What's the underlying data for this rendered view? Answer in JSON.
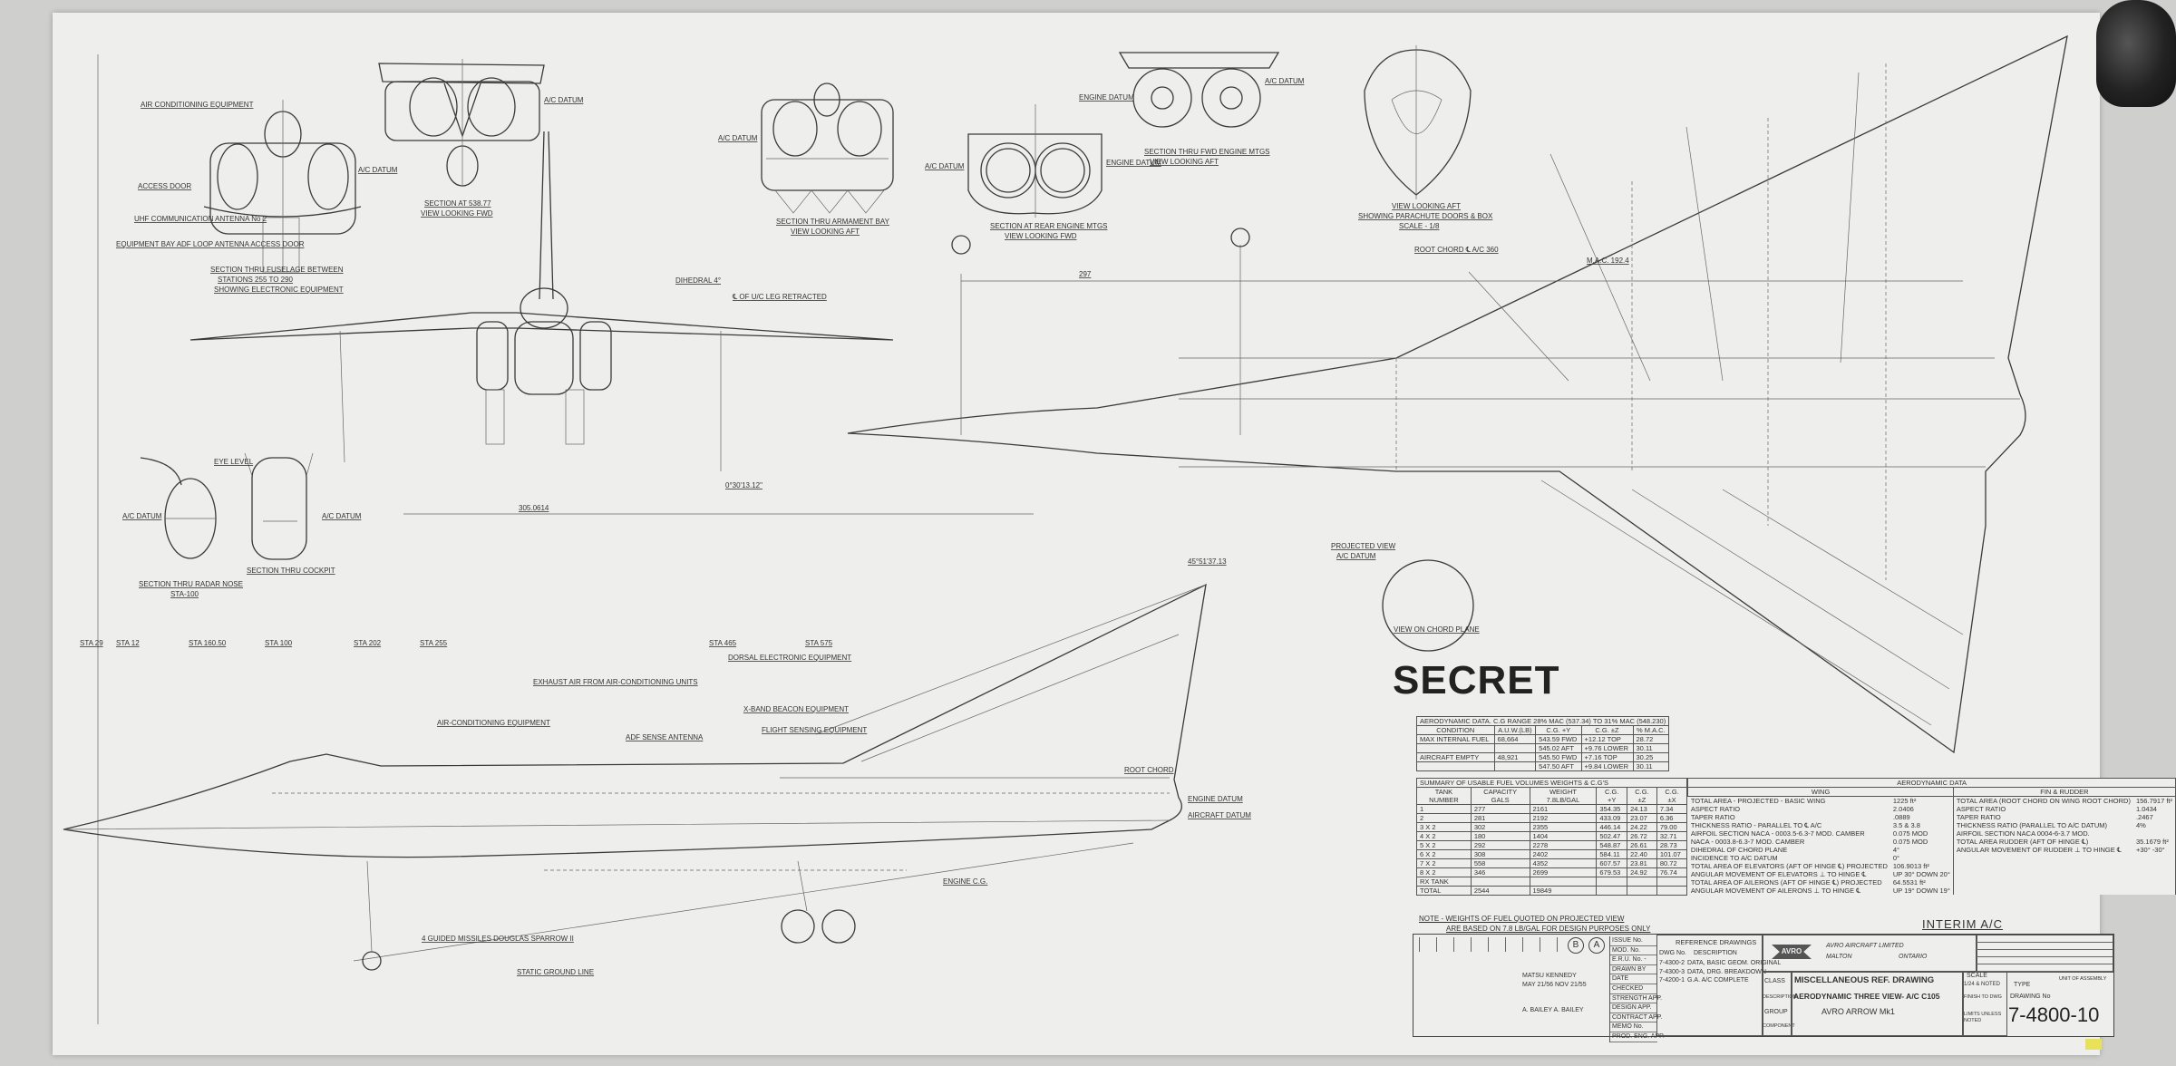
{
  "labels": {
    "air_cond": "AIR CONDITIONING EQUIPMENT",
    "access_door": "ACCESS DOOR",
    "uhf": "UHF COMMUNICATION ANTENNA No 2",
    "equip_bay": "EQUIPMENT BAY ADF LOOP ANTENNA ACCESS DOOR",
    "sect_fuselage_1": "SECTION THRU FUSELAGE BETWEEN",
    "sect_fuselage_2": "STATIONS 255 TO 290",
    "sect_fuselage_3": "SHOWING ELECTRONIC EQUIPMENT",
    "sect_538_1": "SECTION AT 538.77",
    "sect_538_2": "VIEW LOOKING FWD",
    "ac_datum": "A/C DATUM",
    "engine_datum": "ENGINE DATUM",
    "sect_arm_1": "SECTION THRU ARMAMENT BAY",
    "sect_arm_2": "VIEW LOOKING AFT",
    "sect_rear_1": "SECTION AT REAR ENGINE MTGS",
    "sect_rear_2": "VIEW LOOKING FWD",
    "sect_fwd_1": "SECTION THRU FWD ENGINE MTGS",
    "sect_fwd_2": "VIEW LOOKING AFT",
    "view_aft_1": "VIEW LOOKING AFT",
    "view_aft_2": "SHOWING PARACHUTE DOORS & BOX",
    "view_aft_3": "SCALE - 1/8",
    "dihedral": "DIHEDRAL 4°",
    "leg_retracted": "℄ OF U/C LEG RETRACTED",
    "radar_nose_1": "SECTION THRU RADAR NOSE",
    "radar_nose_2": "STA-100",
    "cockpit": "SECTION THRU COCKPIT",
    "eye_level": "EYE LEVEL",
    "projected_1": "PROJECTED VIEW",
    "projected_2": "A/C DATUM",
    "chord_plane": "VIEW ON CHORD PLANE",
    "root_chord": "ROOT CHORD ℄ A/C 360",
    "mac": "M.A.C. 192.4",
    "dim_297": "297",
    "dim_305": "305.0614",
    "angle_1": "0°30'13.12\"",
    "aircon_side": "AIR-CONDITIONING EQUIPMENT",
    "exhaust": "EXHAUST AIR FROM AIR-CONDITIONING UNITS",
    "adf": "ADF SENSE ANTENNA",
    "xband": "X-BAND BEACON EQUIPMENT",
    "dorsal": "DORSAL ELECTRONIC EQUIPMENT",
    "flight_sensing": "FLIGHT SENSING EQUIPMENT",
    "missiles": "4 GUIDED MISSILES DOUGLAS SPARROW II",
    "ground_line": "STATIC GROUND LINE",
    "engine_cg": "ENGINE C.G.",
    "root_chord_side": "ROOT CHORD",
    "aircraft_datum": "AIRCRAFT DATUM",
    "engine_datum_side": "ENGINE DATUM",
    "fin_angle": "45°51'37.13",
    "stations": [
      "STA 29",
      "STA 12",
      "STA 160.50",
      "STA 100",
      "STA 202",
      "STA 255",
      "STA 465",
      "STA 575"
    ]
  },
  "secret": "SECRET",
  "aero_table": {
    "title": "AERODYNAMIC DATA.   C.G RANGE 28% MAC (537.34) TO 31% MAC (548.230)",
    "headers": [
      "CONDITION",
      "A.U.W.(LB)",
      "C.G. +Y",
      "C.G. ±Z",
      "% M.A.C."
    ],
    "rows": [
      [
        "MAX INTERNAL FUEL",
        "68,664",
        "543.59 FWD",
        "+12.12 TOP",
        "28.72"
      ],
      [
        "",
        "",
        "545.02 AFT",
        "+9.76 LOWER",
        "30.11"
      ],
      [
        "AIRCRAFT EMPTY",
        "48,921",
        "545.50 FWD",
        "+7.16 TOP",
        "30.25"
      ],
      [
        "",
        "",
        "547.50 AFT",
        "+9.84 LOWER",
        "30.11"
      ]
    ]
  },
  "fuel_table": {
    "title": "SUMMARY OF USABLE FUEL VOLUMES WEIGHTS & C.G'S",
    "headers": [
      "TANK NUMBER",
      "CAPACITY GALS",
      "WEIGHT 7.8LB/GAL",
      "C.G. +Y",
      "C.G. ±Z",
      "C.G. ±X"
    ],
    "rows": [
      [
        "1",
        "277",
        "2161",
        "354.35",
        "24.13",
        "7.34"
      ],
      [
        "2",
        "281",
        "2192",
        "433.09",
        "23.07",
        "6.36"
      ],
      [
        "3 X 2",
        "302",
        "2355",
        "446.14",
        "24.22",
        "79.00"
      ],
      [
        "4 X 2",
        "180",
        "1404",
        "502.47",
        "26.72",
        "32.71"
      ],
      [
        "5 X 2",
        "292",
        "2278",
        "548.87",
        "26.61",
        "28.73"
      ],
      [
        "6 X 2",
        "308",
        "2402",
        "584.11",
        "22.40",
        "101.07"
      ],
      [
        "7 X 2",
        "558",
        "4352",
        "607.57",
        "23.81",
        "80.72"
      ],
      [
        "8 X 2",
        "346",
        "2699",
        "679.53",
        "24.92",
        "76.74"
      ],
      [
        "RX TANK",
        "",
        "",
        "",
        "",
        ""
      ],
      [
        "TOTAL",
        "2544",
        "19849",
        "",
        "",
        ""
      ]
    ]
  },
  "wing_table": {
    "title": "AERODYNAMIC DATA",
    "wing_header": "WING",
    "fin_header": "FIN & RUDDER",
    "wing_rows": [
      [
        "TOTAL AREA - PROJECTED - BASIC WING",
        "1225 ft²"
      ],
      [
        "ASPECT RATIO",
        "2.0406"
      ],
      [
        "TAPER RATIO",
        ".0889"
      ],
      [
        "THICKNESS RATIO - PARALLEL TO ℄ A/C",
        "3.5 & 3.8"
      ],
      [
        "AIRFOIL SECTION   NACA - 0003.5-6.3-7 MOD. CAMBER",
        "0.075 MOD"
      ],
      [
        "NACA - 0003.8-6.3-7 MOD. CAMBER",
        "0.075 MOD"
      ],
      [
        "DIHEDRAL OF CHORD PLANE",
        "4°"
      ],
      [
        "INCIDENCE TO A/C DATUM",
        "0°"
      ],
      [
        "TOTAL AREA OF ELEVATORS (AFT OF HINGE ℄) PROJECTED",
        "106.9013 ft²"
      ],
      [
        "ANGULAR MOVEMENT OF ELEVATORS ⊥ TO HINGE ℄",
        "UP 30° DOWN 20°"
      ],
      [
        "TOTAL AREA OF AILERONS (AFT OF HINGE ℄) PROJECTED",
        "64.5531 ft²"
      ],
      [
        "ANGULAR MOVEMENT OF AILERONS ⊥ TO HINGE ℄",
        "UP 19° DOWN 19°"
      ]
    ],
    "fin_rows": [
      [
        "TOTAL AREA (ROOT CHORD ON WING ROOT CHORD)",
        "156.7917 ft²"
      ],
      [
        "ASPECT RATIO",
        "1.0434"
      ],
      [
        "TAPER RATIO",
        ".2467"
      ],
      [
        "THICKNESS RATIO (PARALLEL TO A/C DATUM)",
        "4%"
      ],
      [
        "AIRFOIL SECTION   NACA 0004-6-3.7 MOD.",
        ""
      ],
      [
        "TOTAL AREA RUDDER (AFT OF HINGE ℄)",
        "35.1679 ft²"
      ],
      [
        "ANGULAR MOVEMENT OF RUDDER ⊥ TO HINGE ℄",
        "+30° -30°"
      ]
    ]
  },
  "note": [
    "NOTE - WEIGHTS OF FUEL QUOTED ON PROJECTED VIEW",
    "ARE BASED ON 7.8 LB/GAL FOR DESIGN PURPOSES ONLY"
  ],
  "interim": "INTERIM A/C",
  "title_block": {
    "issue_marks": [
      "B",
      "A"
    ],
    "issue_fields": [
      "ISSUE No.",
      "MOD. No.",
      "E.R.U. No. -",
      "DRAWN BY",
      "DATE",
      "CHECKED",
      "STRENGTH APP.",
      "DESIGN APP.",
      "CONTRACT APP.",
      "MEMO No.",
      "PROD. ENG. APP."
    ],
    "drawn_by": [
      "MATSU",
      "KENNEDY"
    ],
    "dates": [
      "MAY 21/56",
      "NOV 21/55"
    ],
    "design_app": [
      "A. BAILEY",
      "A. BAILEY"
    ],
    "ref_title": "REFERENCE DRAWINGS",
    "ref_headers": [
      "DWG No.",
      "DESCRIPTION"
    ],
    "ref_rows": [
      [
        "7-4300-2",
        "DATA, BASIC GEOM. ORIGINAL"
      ],
      [
        "7-4300-3",
        "DATA, DRG. BREAKDOWN"
      ],
      [
        "7-4200-1",
        "G.A. A/C COMPLETE"
      ]
    ],
    "company": "AVRO   AIRCRAFT   LIMITED",
    "city": "MALTON",
    "province": "ONTARIO",
    "logo": "AVRO",
    "class_label": "CLASS",
    "class_value": "MISCELLANEOUS REF. DRAWING",
    "desc_label": "DESCRIPTION",
    "desc_value": "AERODYNAMIC THREE VIEW- A/C C105",
    "group_label": "GROUP",
    "group_value": "AVRO ARROW Mk1",
    "component_label": "COMPONENT",
    "scale_label": "SCALE",
    "scale_value": "1/24 & NOTED",
    "finish_label": "FINISH TO DWG",
    "limits_label": "LIMITS UNLESS NOTED",
    "type_label": "TYPE",
    "unit_label": "UNIT OF ASSEMBLY",
    "dwg_no_label": "DRAWING No",
    "drawing_number": "7-4800-10"
  }
}
